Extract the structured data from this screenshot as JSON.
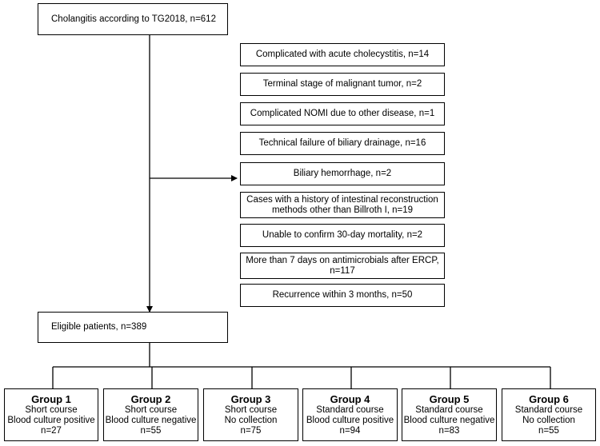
{
  "diagram": {
    "start": "Cholangitis according to TG2018, n=612",
    "exclusions": [
      [
        "Complicated with acute cholecystitis, n=14"
      ],
      [
        "Terminal stage of malignant tumor, n=2"
      ],
      [
        "Complicated NOMI due to other disease, n=1"
      ],
      [
        "Technical failure of biliary drainage, n=16"
      ],
      [
        "Biliary hemorrhage, n=2"
      ],
      [
        "Cases with a history of intestinal reconstruction",
        "methods other than Billroth I, n=19"
      ],
      [
        "Unable to confirm 30-day mortality, n=2"
      ],
      [
        "More than 7 days on antimicrobials after ERCP,",
        "n=117"
      ],
      [
        "Recurrence within 3 months, n=50"
      ]
    ],
    "eligible": "Eligible patients, n=389",
    "groups": [
      {
        "title": "Group 1",
        "course": "Short course",
        "culture": "Blood culture positive",
        "n": "n=27"
      },
      {
        "title": "Group 2",
        "course": "Short course",
        "culture": "Blood culture negative",
        "n": "n=55"
      },
      {
        "title": "Group 3",
        "course": "Short course",
        "culture": "No collection",
        "n": "n=75"
      },
      {
        "title": "Group 4",
        "course": "Standard course",
        "culture": "Blood culture positive",
        "n": "n=94"
      },
      {
        "title": "Group 5",
        "course": "Standard course",
        "culture": "Blood culture negative",
        "n": "n=83"
      },
      {
        "title": "Group 6",
        "course": "Standard course",
        "culture": "No collection",
        "n": "n=55"
      }
    ]
  }
}
